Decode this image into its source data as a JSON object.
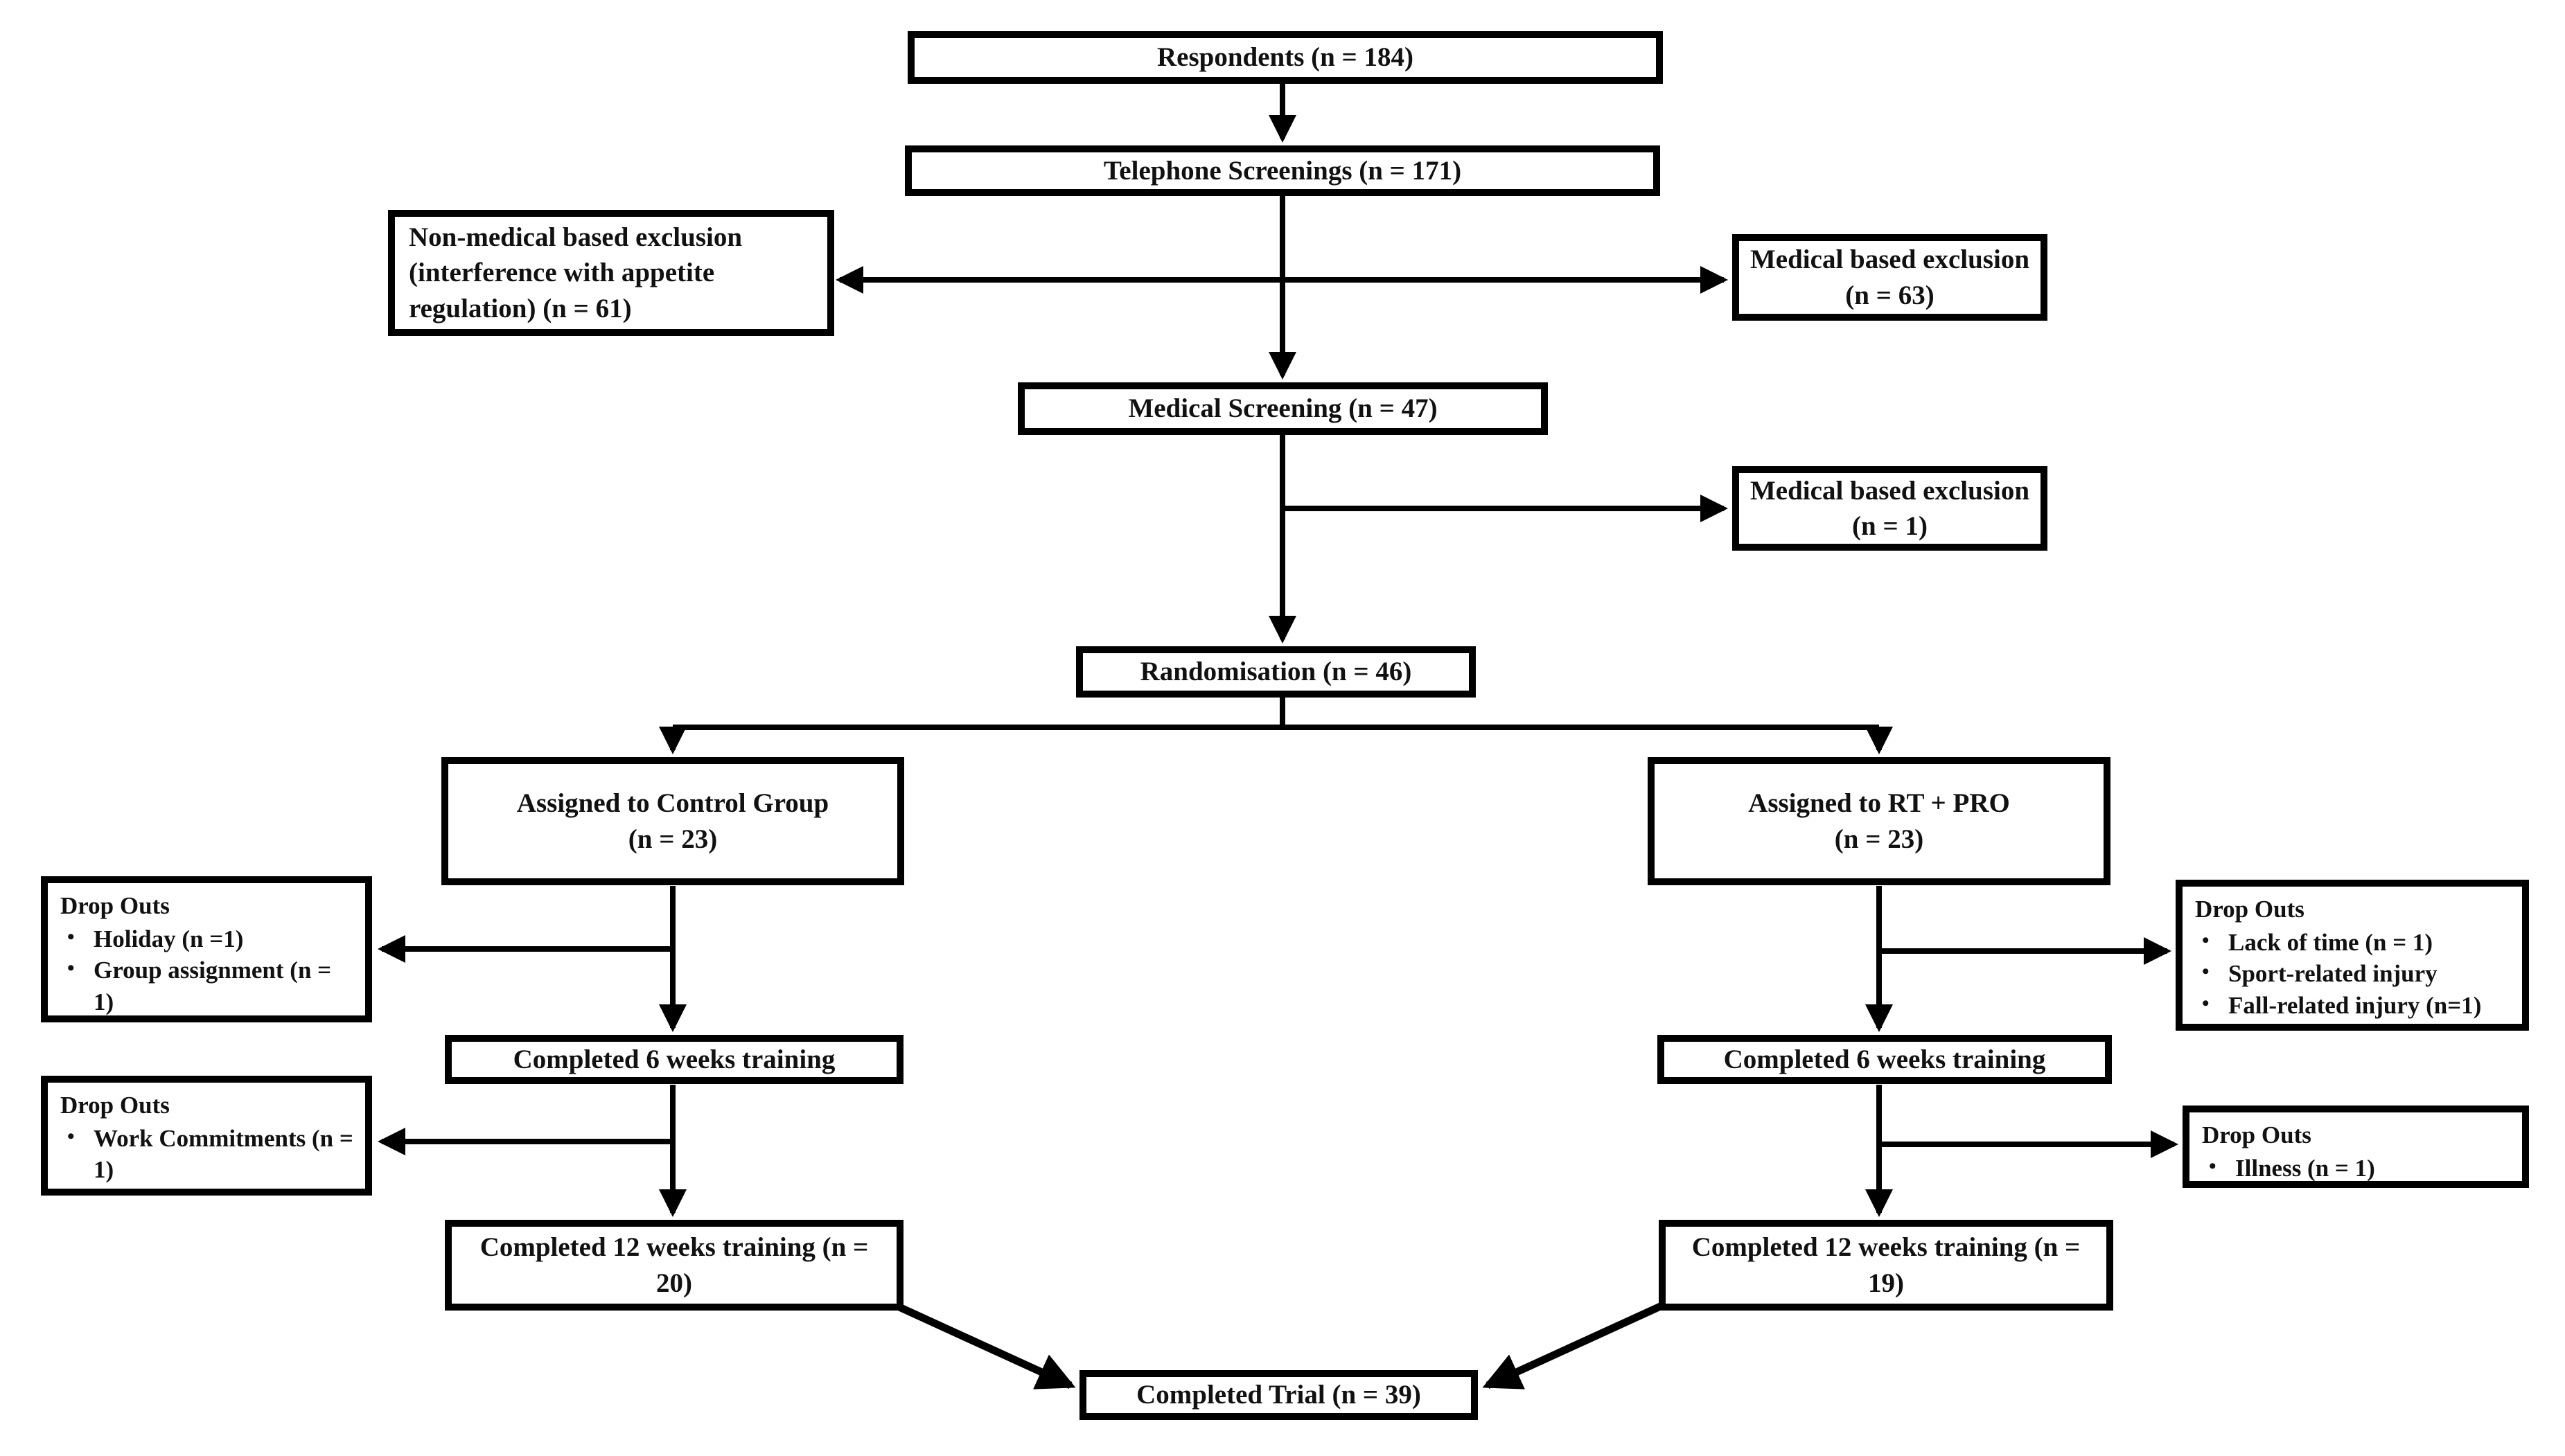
{
  "diagram": {
    "type": "consort-flowchart",
    "colors": {
      "box_border": "#000000",
      "box_fill": "#ffffff",
      "text": "#111111",
      "arrow": "#000000",
      "background": "#ffffff"
    },
    "boxes": {
      "respondents": {
        "label": "Respondents (n = 184)"
      },
      "telephone_screenings": {
        "label": "Telephone Screenings (n = 171)"
      },
      "non_medical_exclusion": {
        "label": "Non-medical based exclusion (interference with appetite regulation) (n = 61)"
      },
      "medical_exclusion_63": {
        "label": "Medical based exclusion (n = 63)"
      },
      "medical_screening": {
        "label": "Medical Screening (n = 47)"
      },
      "medical_exclusion_1": {
        "label": "Medical based exclusion (n = 1)"
      },
      "randomisation": {
        "label": "Randomisation (n = 46)"
      },
      "assigned_control": {
        "label": "Assigned to Control Group\n(n = 23)"
      },
      "assigned_rt_pro": {
        "label": "Assigned to RT + PRO\n(n = 23)"
      },
      "dropouts_control_1": {
        "title": "Drop Outs",
        "items": [
          "Holiday (n =1)",
          "Group assignment (n = 1)"
        ]
      },
      "dropouts_rtpro_1": {
        "title": "Drop Outs",
        "items": [
          "Lack of time (n = 1)",
          "Sport-related injury",
          "Fall-related injury (n=1)"
        ]
      },
      "completed_6_weeks_control": {
        "label": "Completed 6 weeks training"
      },
      "completed_6_weeks_rtpro": {
        "label": "Completed 6 weeks training"
      },
      "dropouts_control_2": {
        "title": "Drop Outs",
        "items": [
          "Work Commitments (n = 1)"
        ]
      },
      "dropouts_rtpro_2": {
        "title": "Drop Outs",
        "items": [
          "Illness (n = 1)"
        ]
      },
      "completed_12_weeks_control": {
        "label": "Completed 12 weeks training (n =\n20)"
      },
      "completed_12_weeks_rtpro": {
        "label": "Completed 12 weeks training (n =\n19)"
      },
      "completed_trial": {
        "label": "Completed Trial (n = 39)"
      }
    }
  }
}
